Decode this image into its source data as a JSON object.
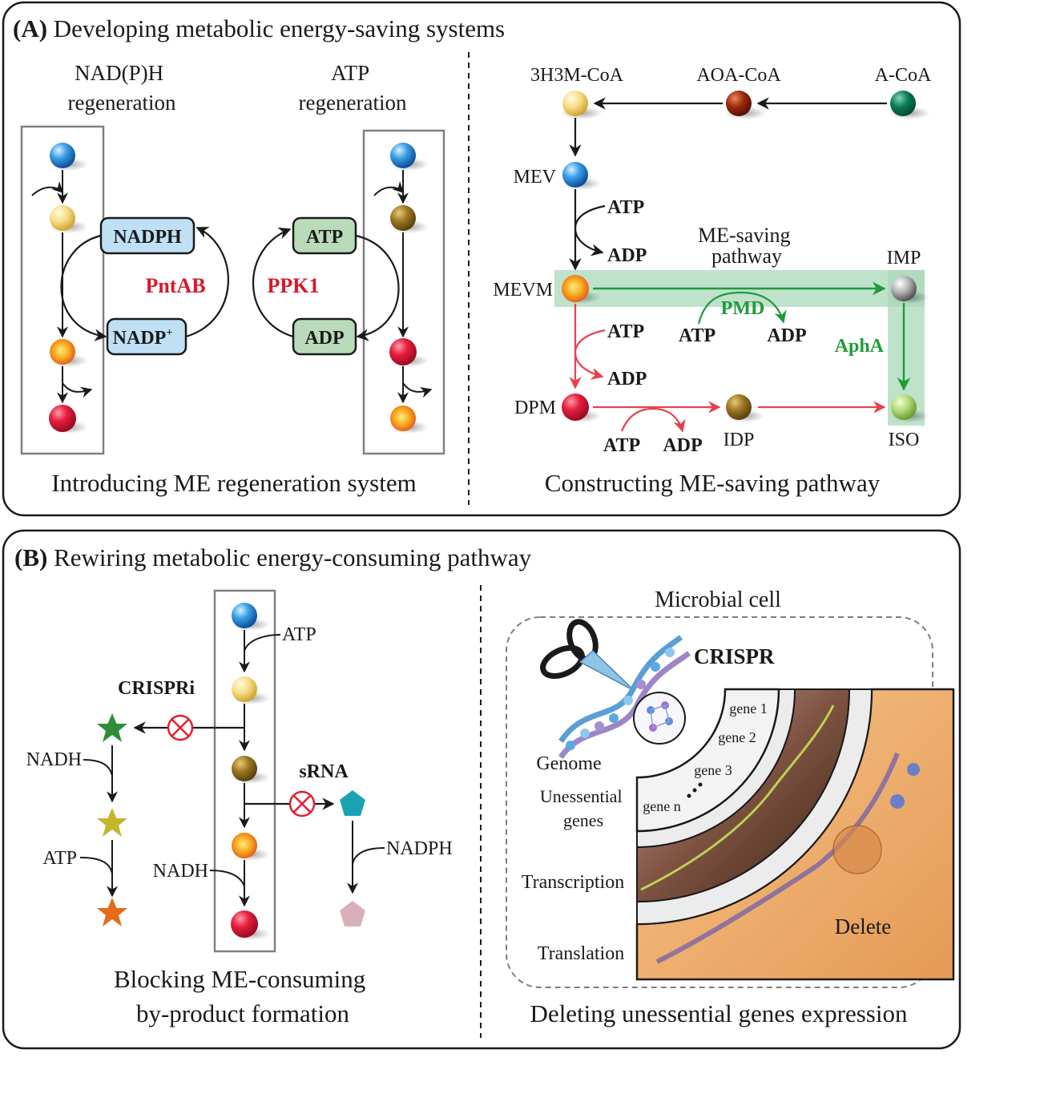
{
  "panel_a": {
    "title_letter": "(A)",
    "title_text": "Developing metabolic energy-saving systems",
    "nadph_title": [
      "NAD(P)H",
      "regeneration"
    ],
    "atp_title": [
      "ATP",
      "regeneration"
    ],
    "nadph_label": "NADPH",
    "nadp_label": "NADP",
    "nadp_sup": "+",
    "atp_box": "ATP",
    "adp_box": "ADP",
    "enzyme_pntab": "PntAB",
    "enzyme_ppk1": "PPK1",
    "caption_left": "Introducing ME regeneration system",
    "metabolites": {
      "h3m": "3H3M-CoA",
      "aoa": "AOA-CoA",
      "acoa": "A-CoA",
      "mev": "MEV",
      "mevm": "MEVM",
      "dpm": "DPM",
      "idp": "IDP",
      "imp": "IMP",
      "iso": "ISO"
    },
    "cofactors": {
      "atp": "ATP",
      "adp": "ADP"
    },
    "saving_pathway": [
      "ME-saving",
      "pathway"
    ],
    "enzyme_pmd": "PMD",
    "enzyme_apha": "AphA",
    "caption_right": "Constructing ME-saving pathway",
    "colors": {
      "enzyme_red": "#d7192c",
      "saving_green": "#1f9b3a",
      "highlight": "#a9d8b9",
      "nadph_box": "#bfe0f4",
      "atp_box": "#b9dbb9"
    }
  },
  "panel_b": {
    "title_letter": "(B)",
    "title_text": "Rewiring metabolic energy-consuming pathway",
    "atp": "ATP",
    "nadh": "NADH",
    "nadph": "NADPH",
    "crispri": "CRISPRi",
    "srna": "sRNA",
    "caption_left": [
      "Blocking ME-consuming",
      "by-product formation"
    ],
    "cell_title": "Microbial cell",
    "crispr": "CRISPR",
    "genome": "Genome",
    "unessential": [
      "Unessential",
      "genes"
    ],
    "genes": [
      "gene 1",
      "gene 2",
      "gene 3",
      "gene n"
    ],
    "transcription": "Transcription",
    "translation": "Translation",
    "delete": "Delete",
    "caption_right": "Deleting unessential genes expression"
  }
}
